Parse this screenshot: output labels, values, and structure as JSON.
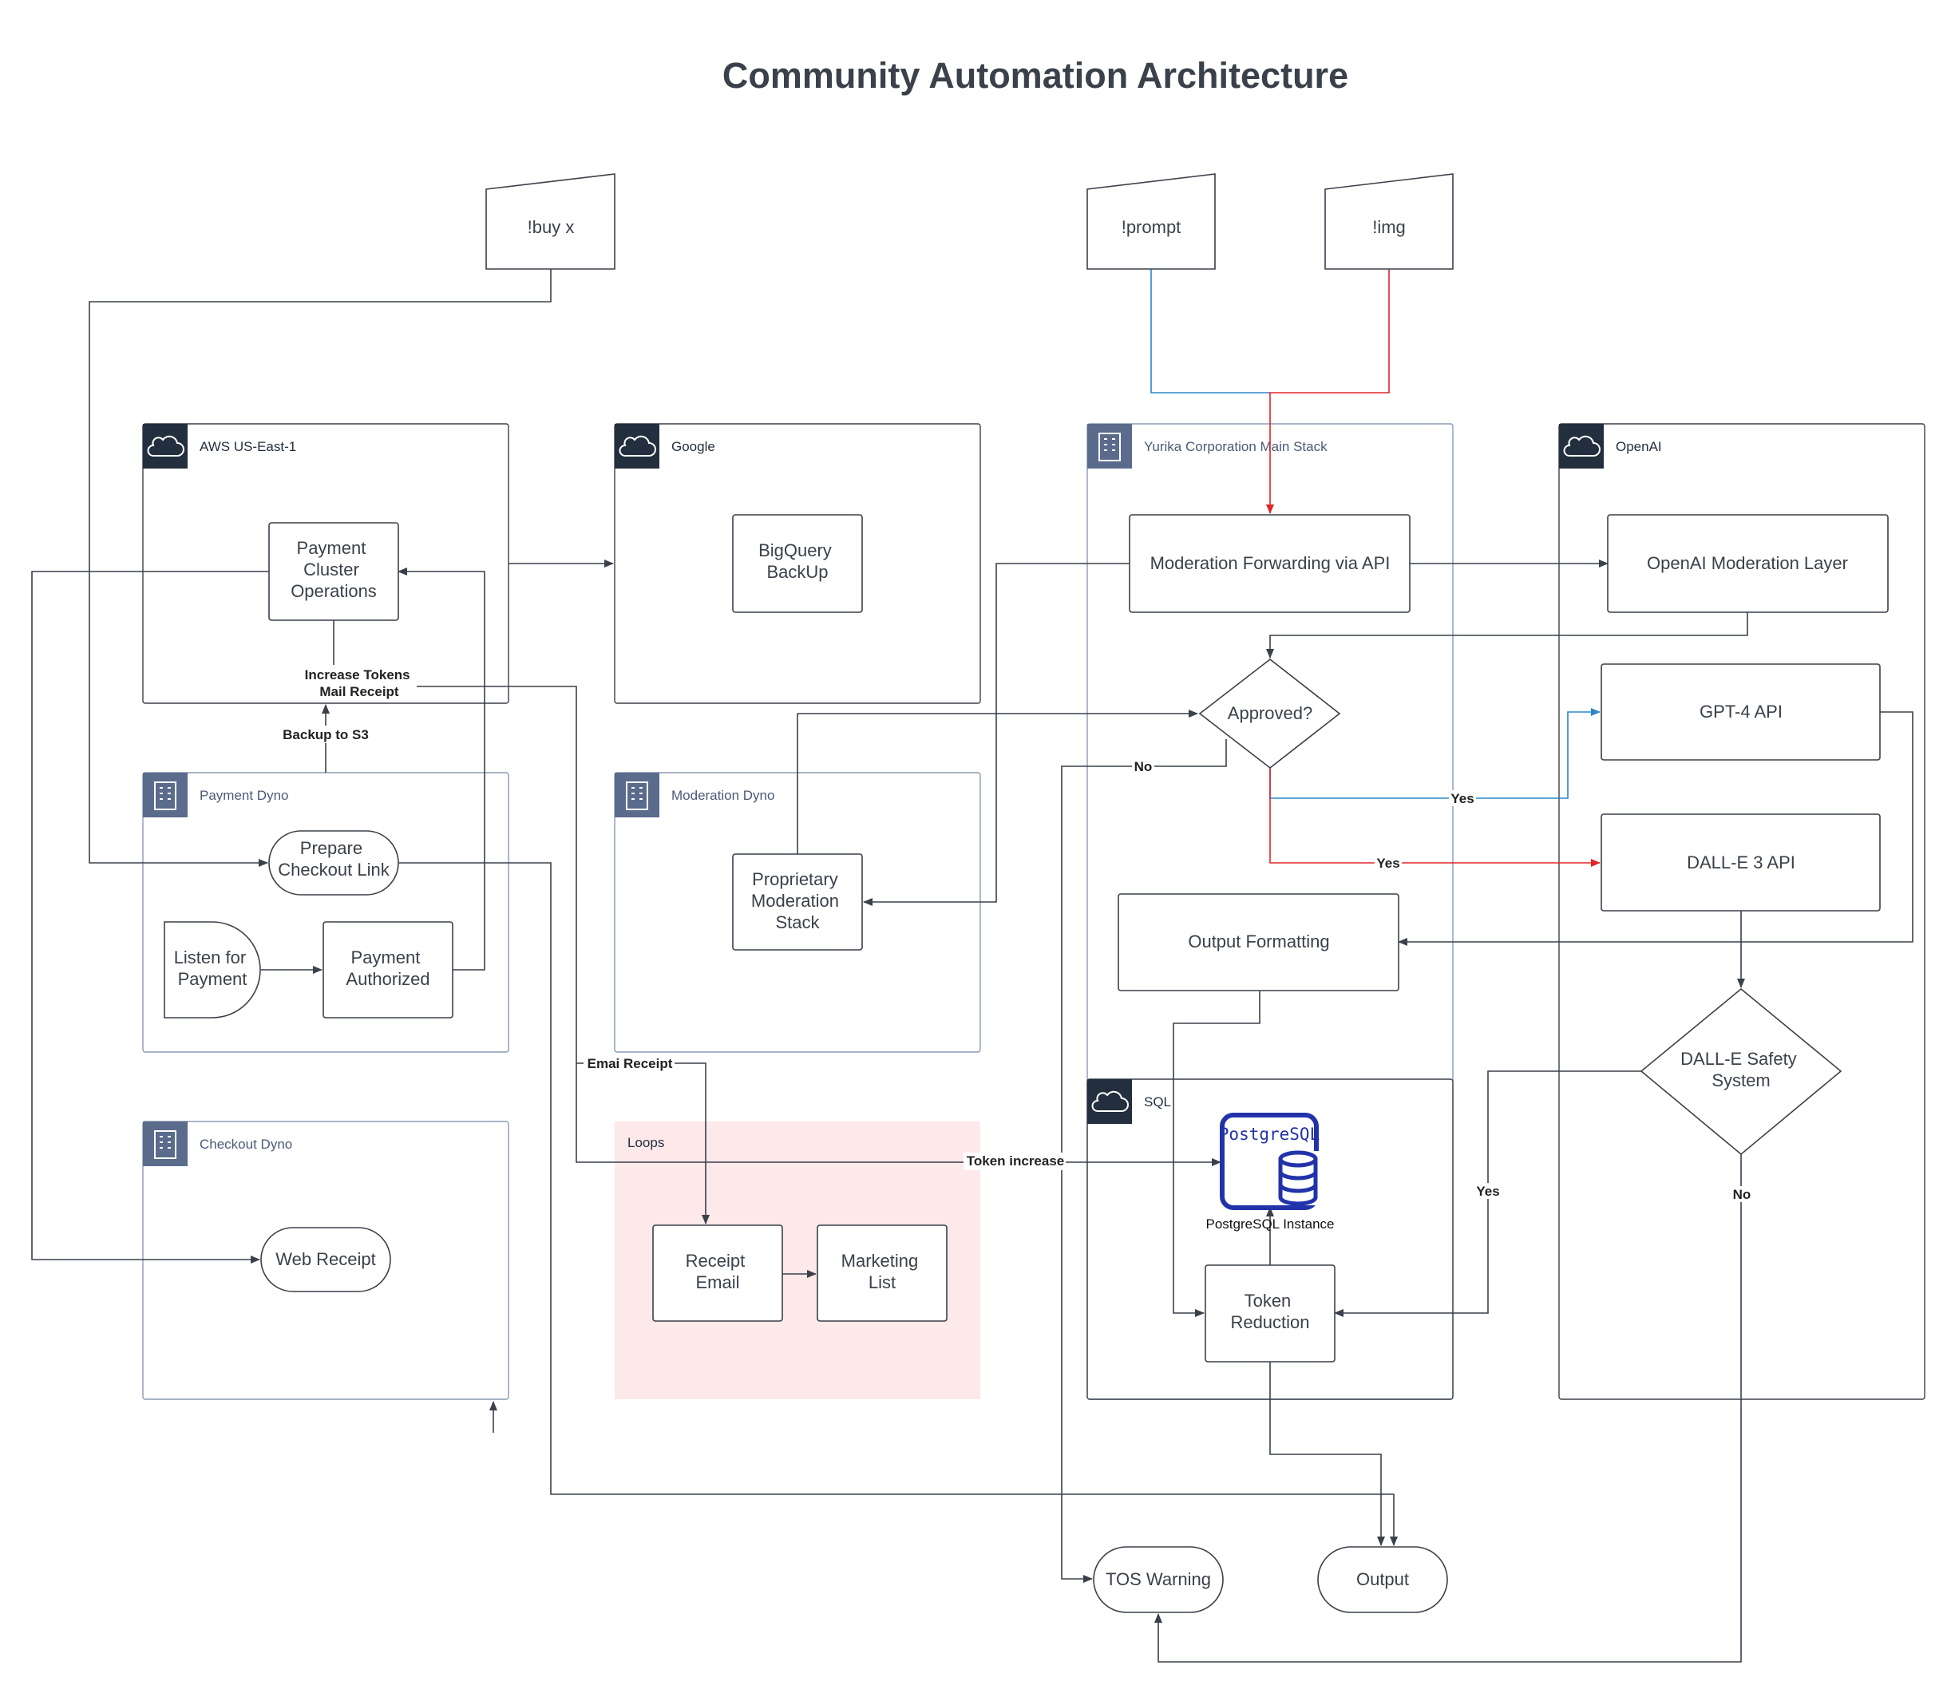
{
  "title": "Community Automation Architecture",
  "inputs": {
    "buy": "!buy x",
    "prompt": "!prompt",
    "img": "!img"
  },
  "groups": {
    "aws": "AWS US-East-1",
    "google": "Google",
    "yurika": "Yurika Corporation Main Stack",
    "openai": "OpenAI",
    "payment_dyno": "Payment Dyno",
    "moderation_dyno": "Moderation Dyno",
    "checkout_dyno": "Checkout Dyno",
    "loops": "Loops",
    "sql": "SQL"
  },
  "nodes": {
    "payment_cluster": [
      "Payment",
      "Cluster",
      "Operations"
    ],
    "bigquery": [
      "BigQuery",
      "BackUp"
    ],
    "moderation_forwarding": "Moderation Forwarding via API",
    "openai_moderation": "OpenAI Moderation Layer",
    "approved": "Approved?",
    "gpt4": "GPT-4 API",
    "dalle3": "DALL-E 3 API",
    "output_formatting": "Output Formatting",
    "dalle_safety": [
      "DALL-E Safety",
      "System"
    ],
    "prepare_checkout": [
      "Prepare",
      "Checkout Link"
    ],
    "listen_payment": [
      "Listen for",
      "Payment"
    ],
    "payment_authorized": [
      "Payment",
      "Authorized"
    ],
    "proprietary_moderation": [
      "Proprietary",
      "Moderation",
      "Stack"
    ],
    "web_receipt": "Web Receipt",
    "receipt_email": [
      "Receipt",
      "Email"
    ],
    "marketing_list": [
      "Marketing",
      "List"
    ],
    "postgres_logo": "PostgreSQL",
    "postgres_instance": "PostgreSQL Instance",
    "token_reduction": [
      "Token",
      "Reduction"
    ],
    "tos_warning": "TOS Warning",
    "output": "Output"
  },
  "edge_labels": {
    "increase_tokens": "Increase Tokens",
    "mail_receipt": "Mail Receipt",
    "backup_s3": "Backup to S3",
    "no_approved": "No",
    "yes_gpt": "Yes",
    "yes_dalle": "Yes",
    "emai_receipt": "Emai Receipt",
    "token_increase": "Token increase",
    "yes_safety": "Yes",
    "no_safety": "No"
  },
  "colors": {
    "line": "#3a414a",
    "blue_line": "#2b86c8",
    "red_line": "#e0262a",
    "loops_fill": "#fde8ea",
    "icon_dark": "#232f3e",
    "icon_slate": "#5a6b8c",
    "postgres": "#2233aa"
  }
}
